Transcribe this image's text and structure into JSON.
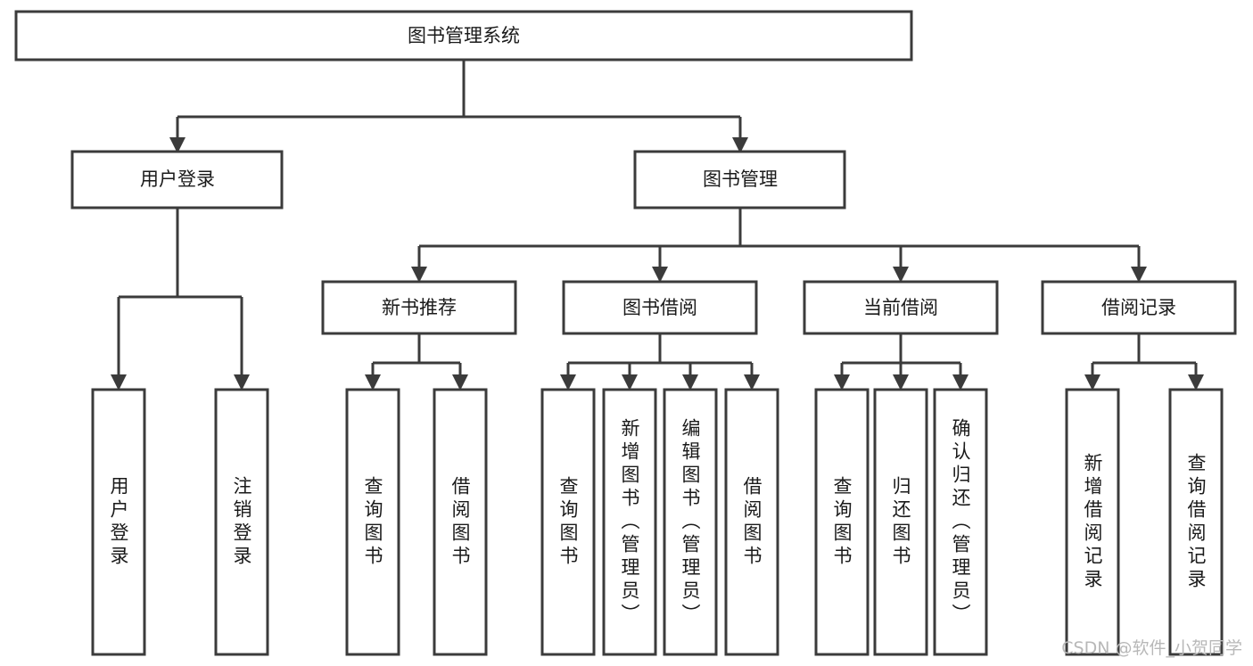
{
  "diagram": {
    "title": "图书管理系统",
    "type": "tree-hierarchy-diagram",
    "colors": {
      "stroke": "#3b3b3b",
      "fill": "#ffffff",
      "text": "#1a1a1a",
      "watermark": "#b8b8b8",
      "background": "#ffffff"
    },
    "root": {
      "label": "图书管理系统"
    },
    "level2": [
      {
        "label": "用户登录"
      },
      {
        "label": "图书管理"
      }
    ],
    "level3": [
      {
        "label": "新书推荐"
      },
      {
        "label": "图书借阅"
      },
      {
        "label": "当前借阅"
      },
      {
        "label": "借阅记录"
      }
    ],
    "leaves": {
      "user_login": [
        {
          "label": "用户登录"
        },
        {
          "label": "注销登录"
        }
      ],
      "new_book_recommend": [
        {
          "label": "查询图书"
        },
        {
          "label": "借阅图书"
        }
      ],
      "book_borrow": [
        {
          "label": "查询图书"
        },
        {
          "label": "新增图书（管理员）"
        },
        {
          "label": "编辑图书（管理员）"
        },
        {
          "label": "借阅图书"
        }
      ],
      "current_borrow": [
        {
          "label": "查询图书"
        },
        {
          "label": "归还图书"
        },
        {
          "label": "确认归还（管理员）"
        }
      ],
      "borrow_records": [
        {
          "label": "新增借阅记录"
        },
        {
          "label": "查询借阅记录"
        }
      ]
    },
    "watermark": "CSDN @软件_小贺同学"
  }
}
